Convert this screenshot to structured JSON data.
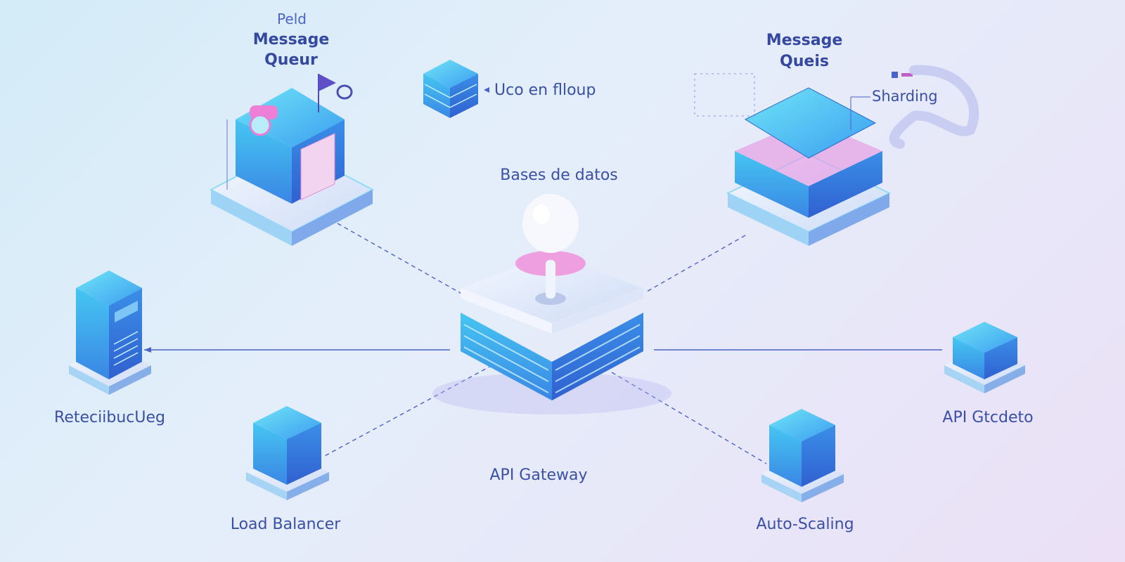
{
  "labels": {
    "top_left_small": "Peld",
    "top_left_line1": "Message",
    "top_left_line2": "Queur",
    "top_center": "Uco en flloup",
    "center": "Bases de datos",
    "top_right_line1": "Message",
    "top_right_line2": "Queis",
    "sharding": "Sharding",
    "left": "ReteciibucUeg",
    "right": "API Gtcdeto",
    "bottom_center": "API Gateway",
    "bottom_left": "Load Balancer",
    "bottom_right": "Auto-Scaling"
  },
  "colors": {
    "cube_light": "#3fd3f0",
    "cube_dark": "#3a7fe0",
    "label": "#3a4fa6",
    "accent_pink": "#e88ad8",
    "connector": "#4a63c8"
  }
}
